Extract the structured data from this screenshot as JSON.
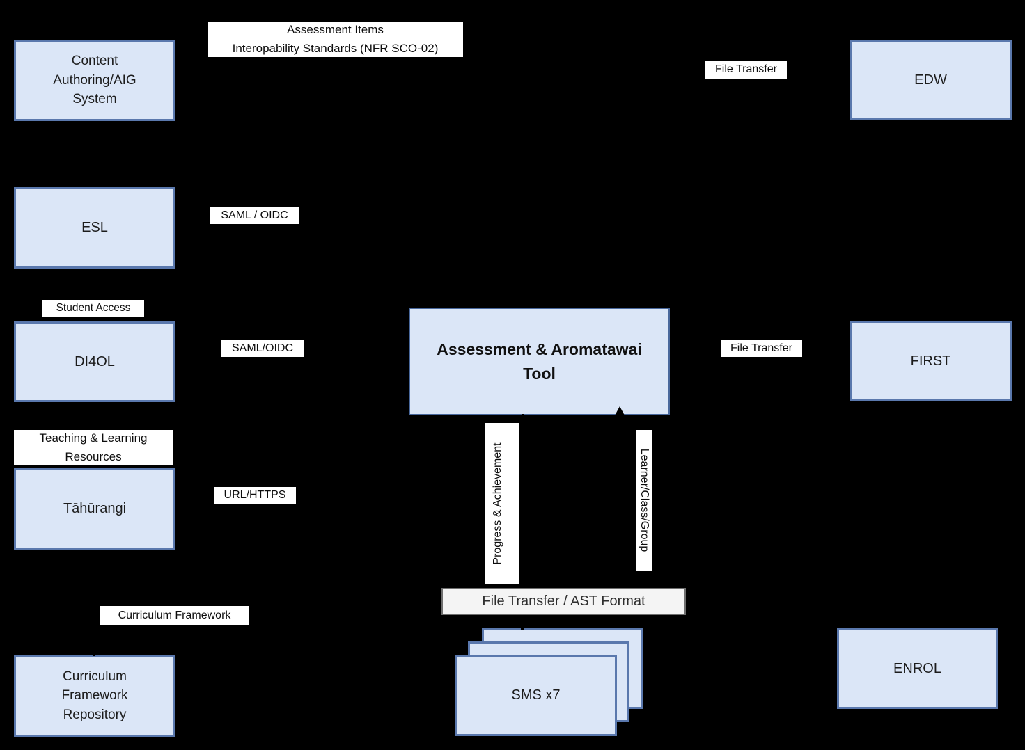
{
  "palette": {
    "background": "#000000",
    "box_fill": "#dbe6f7",
    "box_border": "#5a78ad",
    "central_border": "#49689c",
    "label_bg": "#ffffff",
    "ast_bg": "#f4f4f4",
    "ast_border": "#6e6e6e",
    "text": "#1c1c1c"
  },
  "systems": {
    "content_authoring": {
      "label": "Content\nAuthoring/AIG\nSystem"
    },
    "esl": {
      "label": "ESL"
    },
    "di4ol": {
      "label": "DI4OL"
    },
    "tahurangi": {
      "label": "Tāhūrangi"
    },
    "curriculum_repo": {
      "label": "Curriculum\nFramework\nRepository"
    },
    "assessment_tool": {
      "label": "Assessment & Aromatawai\nTool"
    },
    "edw": {
      "label": "EDW"
    },
    "first": {
      "label": "FIRST"
    },
    "enrol": {
      "label": "ENROL"
    },
    "sms": {
      "label": "SMS x7"
    }
  },
  "connection_labels": {
    "assessment_items": "Assessment Items\nInteropability Standards (NFR SCO-02)",
    "file_transfer_edw": "File Transfer",
    "saml_oidc_esl": "SAML / OIDC",
    "student_access": "Student Access",
    "saml_oidc_di4ol": "SAML/OIDC",
    "file_transfer_first": "File Transfer",
    "teaching_learning_resources": "Teaching & Learning\nResources",
    "url_https": "URL/HTTPS",
    "curriculum_framework": "Curriculum Framework",
    "progress_achievement": "Progress & Achievement",
    "learner_class_group": "Learner/Class/Group",
    "file_transfer_ast": "File Transfer / AST Format"
  }
}
